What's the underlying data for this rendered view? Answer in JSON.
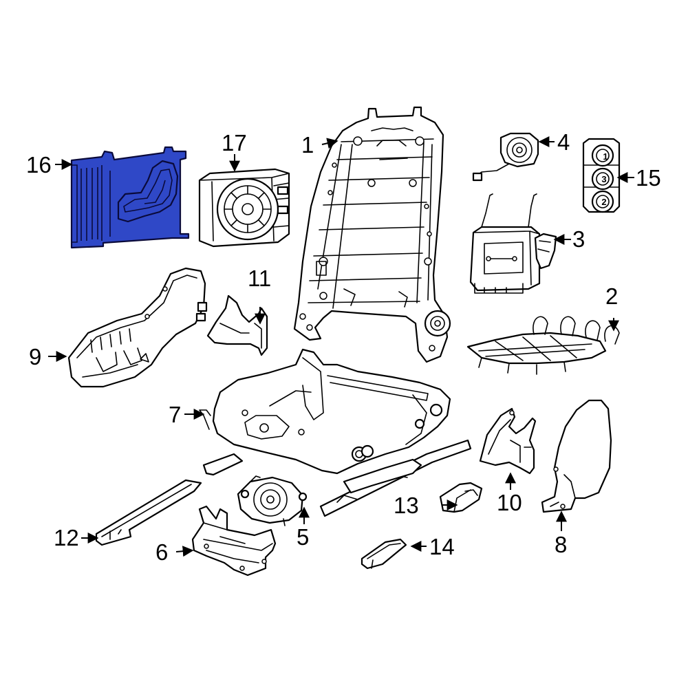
{
  "diagram": {
    "callouts": [
      {
        "id": "1",
        "label": "1"
      },
      {
        "id": "2",
        "label": "2"
      },
      {
        "id": "3",
        "label": "3"
      },
      {
        "id": "4",
        "label": "4"
      },
      {
        "id": "5",
        "label": "5"
      },
      {
        "id": "6",
        "label": "6"
      },
      {
        "id": "7",
        "label": "7"
      },
      {
        "id": "8",
        "label": "8"
      },
      {
        "id": "9",
        "label": "9"
      },
      {
        "id": "10",
        "label": "10"
      },
      {
        "id": "11",
        "label": "11"
      },
      {
        "id": "12",
        "label": "12"
      },
      {
        "id": "13",
        "label": "13"
      },
      {
        "id": "14",
        "label": "14"
      },
      {
        "id": "15",
        "label": "15"
      },
      {
        "id": "16",
        "label": "16"
      },
      {
        "id": "17",
        "label": "17"
      }
    ],
    "switch_button_numbers": [
      "1",
      "2",
      "3"
    ],
    "highlighted_part": "16",
    "colors": {
      "highlight": "#2f48c7",
      "line": "#000000",
      "background": "#ffffff"
    }
  }
}
